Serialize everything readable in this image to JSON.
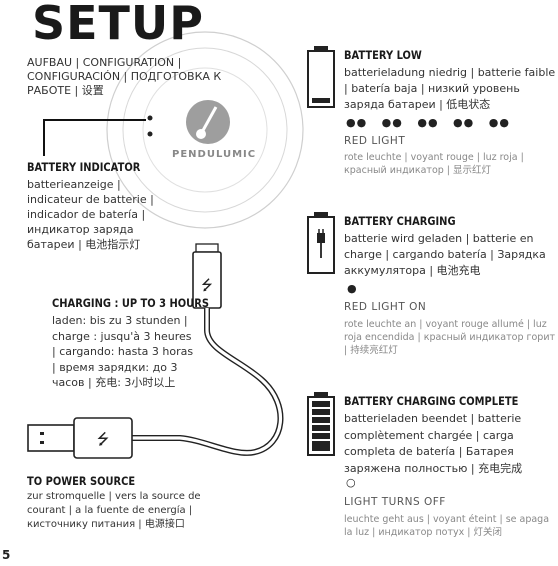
{
  "title": "SETUP",
  "subtitle": "AUFBAU | CONFIGURATION | CONFIGURACIÓN | ПОДГОТОВКА К РАБОТЕ | 设置",
  "logo": "PENDULUMIC",
  "battery_indicator": {
    "heading": "BATTERY INDICATOR",
    "text": "batterieanzeige | indicateur de batterie | indicador de batería | индикатор заряда батареи | 电池指示灯"
  },
  "charging": {
    "heading": "CHARGING : UP TO 3 HOURS",
    "text": "laden: bis zu 3 stunden | charge : jusqu'à 3 heures | cargando: hasta 3 horas | время зарядки: до 3 часов | 充电: 3小时以上"
  },
  "power_source": {
    "heading": "TO POWER SOURCE",
    "text": "zur stromquelle | vers la source de courant | a la fuente de energía | кисточнику питания | 电源接口"
  },
  "battery_low": {
    "heading": "BATTERY LOW",
    "text": "batterieladung niedrig | batterie faible | batería baja | низкий уровень заряда батареи | 低电状态",
    "dots": "●●   ●●   ●●   ●●   ●●",
    "light_label": "RED LIGHT",
    "light_text": "rote leuchte | voyant rouge | luz roja | красный индикатор | 显示红灯"
  },
  "battery_charging": {
    "heading": "BATTERY CHARGING",
    "text": "batterie wird geladen | batterie en charge | cargando batería | Зарядка аккумулятора | 电池充电",
    "dots": "●",
    "light_label": "RED LIGHT ON",
    "light_text": "rote leuchte an | voyant rouge allumé | luz roja encendida | красный индикатор горит | 持续亮红灯"
  },
  "charging_complete": {
    "heading": "BATTERY CHARGING COMPLETE",
    "text": "batterieladen beendet | batterie complètement chargée | carga completa de batería | Батарея заряжена полностью | 充电完成",
    "dots": "○",
    "light_label": "LIGHT TURNS OFF",
    "light_text": "leuchte geht aus | voyant éteint | se apaga la luz | индикатор потух | 灯关闭"
  },
  "page_number": "5"
}
